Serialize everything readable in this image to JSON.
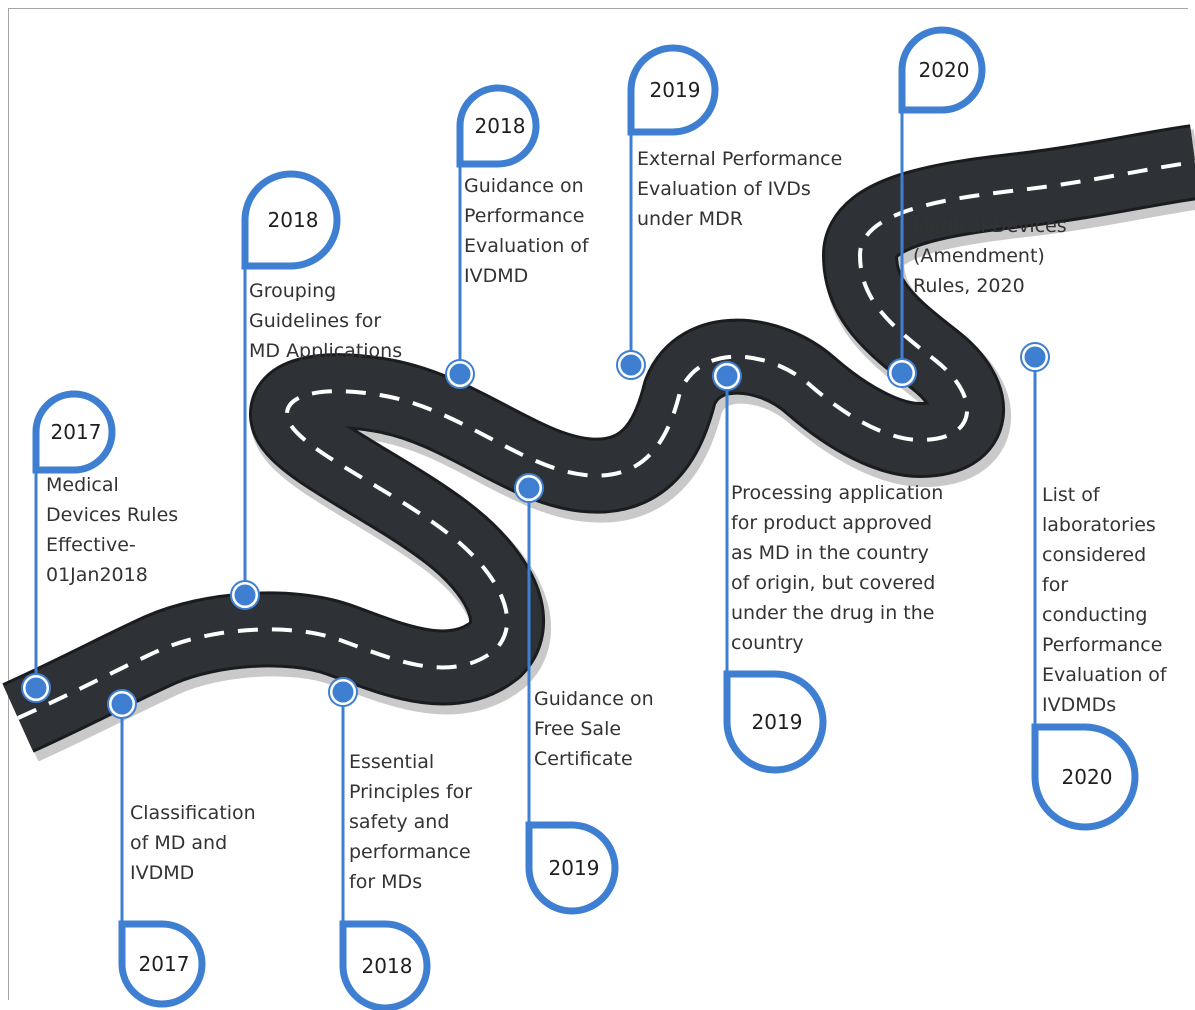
{
  "colors": {
    "accent": "#3f7fd1",
    "road": "#2e3136",
    "road_edge": "#1a1c20",
    "lane": "#ffffff",
    "text": "#333333"
  },
  "milestones": [
    {
      "id": "ms-1",
      "year": "2017",
      "lines": [
        "Medical",
        "Devices Rules",
        "Effective-",
        "01Jan2018"
      ]
    },
    {
      "id": "ms-2",
      "year": "2017",
      "lines": [
        "Classification",
        "of MD and",
        "IVDMD"
      ]
    },
    {
      "id": "ms-3",
      "year": "2018",
      "lines": [
        "Grouping",
        "Guidelines for",
        "MD Applications"
      ]
    },
    {
      "id": "ms-4",
      "year": "2018",
      "lines": [
        "Essential",
        "Principles for",
        "safety and",
        "performance",
        "for MDs"
      ]
    },
    {
      "id": "ms-5",
      "year": "2018",
      "lines": [
        "Guidance on",
        "Performance",
        "Evaluation of",
        "IVDMD"
      ]
    },
    {
      "id": "ms-6",
      "year": "2019",
      "lines": [
        "Guidance on",
        "Free Sale",
        "Certificate"
      ]
    },
    {
      "id": "ms-7",
      "year": "2019",
      "lines": [
        "External Performance",
        "Evaluation of IVDs",
        "under MDR"
      ]
    },
    {
      "id": "ms-8",
      "year": "2019",
      "lines": [
        "Processing application",
        "for product approved",
        "as MD in the country",
        "of origin, but covered",
        "under the drug in the",
        "country"
      ]
    },
    {
      "id": "ms-9",
      "year": "2020",
      "lines": [
        "Medical Devices",
        "(Amendment)",
        "Rules, 2020"
      ]
    },
    {
      "id": "ms-10",
      "year": "2020",
      "lines": [
        "List of",
        "laboratories",
        "considered",
        "for",
        "conducting",
        "Performance",
        "Evaluation of",
        "IVDMDs"
      ]
    }
  ]
}
